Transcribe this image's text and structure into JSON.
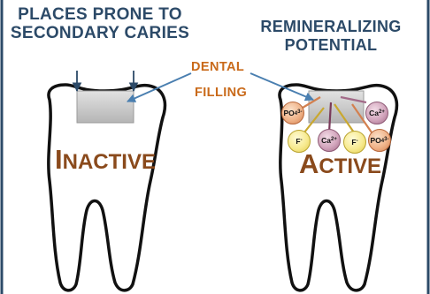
{
  "headings": {
    "left": "PLACES PRONE TO SECONDARY CARIES",
    "right": "REMINERALIZING POTENTIAL"
  },
  "callout": {
    "line1": "DENTAL",
    "line2": "FILLING"
  },
  "teeth": {
    "left": {
      "cap": "I",
      "rest": "NACTIVE"
    },
    "right": {
      "cap": "A",
      "rest": "CTIVE"
    }
  },
  "ions": {
    "po4": {
      "base": "PO",
      "sub": "4",
      "sup": "3-"
    },
    "ca": {
      "base": "Ca",
      "sup": "2+"
    },
    "f": {
      "base": "F",
      "sup": "-"
    }
  },
  "colors": {
    "heading": "#2c4a68",
    "label": "#8a4a1c",
    "callout": "#c96a1a",
    "arrow": "#4a7fb0",
    "filling": "#c9c9c9"
  }
}
